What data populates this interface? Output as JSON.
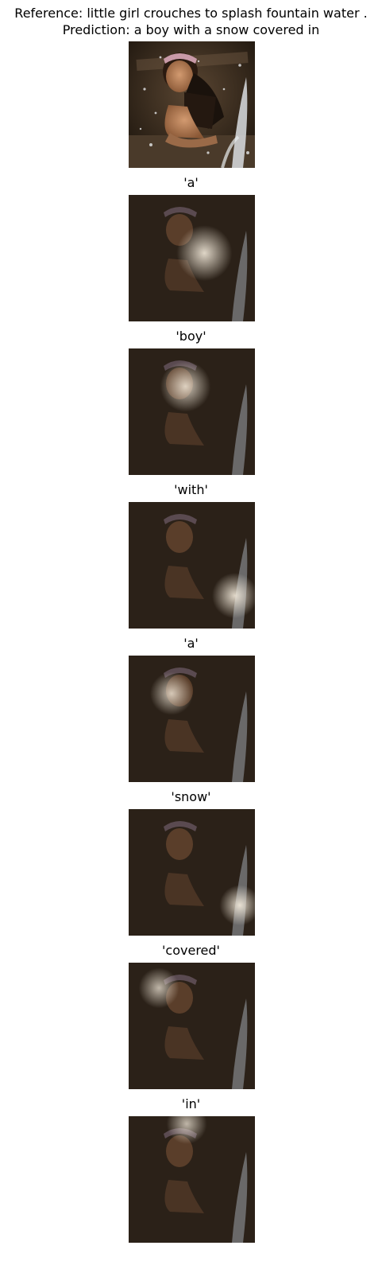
{
  "header": {
    "reference": "Reference: little girl crouches to splash fountain water .",
    "prediction": "Prediction: a boy with a snow covered in"
  },
  "panels": [
    {
      "title": "",
      "kind": "original-photo"
    },
    {
      "title": "'a'",
      "kind": "attention-map"
    },
    {
      "title": "'boy'",
      "kind": "attention-map"
    },
    {
      "title": "'with'",
      "kind": "attention-map"
    },
    {
      "title": "'a'",
      "kind": "attention-map"
    },
    {
      "title": "'snow'",
      "kind": "attention-map"
    },
    {
      "title": "'covered'",
      "kind": "attention-map"
    },
    {
      "title": "'in'",
      "kind": "attention-map"
    }
  ],
  "colors": {
    "photo_dark": "#2a2016",
    "skin": "#b07650",
    "headband": "#c99aa8",
    "water": "#d9dde0",
    "attention_highlight": "#fff6e6"
  }
}
